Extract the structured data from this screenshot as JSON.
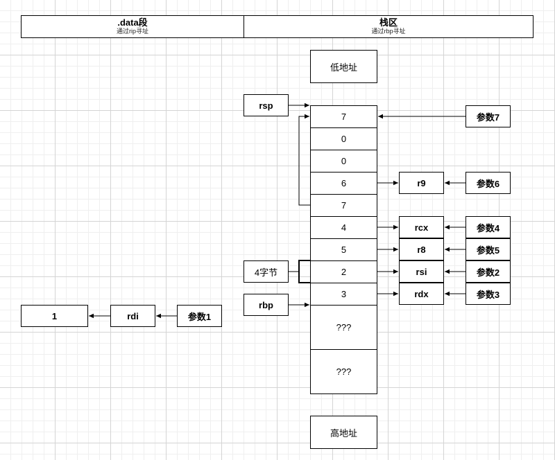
{
  "headers": {
    "data_section": {
      "title": ".data段",
      "subtitle": "通过rip寻址"
    },
    "stack_section": {
      "title": "栈区",
      "subtitle": "通过rbp寻址"
    }
  },
  "stack": {
    "low_address": "低地址",
    "high_address": "高地址",
    "cells": [
      "7",
      "0",
      "0",
      "6",
      "7",
      "4",
      "5",
      "2",
      "3",
      "???",
      "???"
    ]
  },
  "pointers": {
    "rsp": "rsp",
    "rbp": "rbp"
  },
  "size_label": "4字节",
  "registers": {
    "r9": "r9",
    "rcx": "rcx",
    "r8": "r8",
    "rsi": "rsi",
    "rdx": "rdx",
    "rdi": "rdi"
  },
  "params": {
    "p1": "参数1",
    "p2": "参数2",
    "p3": "参数3",
    "p4": "参数4",
    "p5": "参数5",
    "p6": "参数6",
    "p7": "参数7"
  },
  "data_value": "1"
}
